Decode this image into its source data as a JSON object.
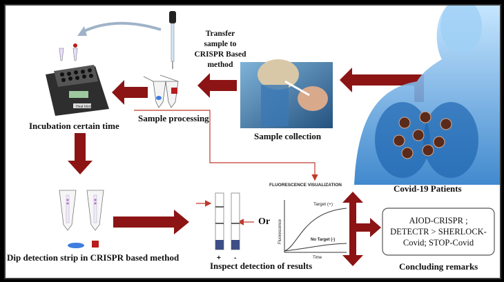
{
  "labels": {
    "transfer": [
      "Transfer",
      "sample to",
      "CRISPR Based",
      "method"
    ],
    "sample_processing": "Sample processing",
    "incubation": "Incubation certain time",
    "sample_collection": "Sample collection",
    "covid_patients": "Covid-19 Patients",
    "dip_detection": "Dip detection strip in CRISPR based method",
    "inspect": "Inspect detection of results",
    "or": "Or",
    "concluding": "Concluding remarks",
    "heat_block": "Heat block"
  },
  "fluorescence": {
    "title": "FLUORESCENCE VISUALIZATION",
    "ylabel": "Fluorescence",
    "xlabel": "Time",
    "target_pos": "Target (+)",
    "target_neg": "No Target (-)"
  },
  "strips": {
    "plus": "+",
    "minus": "-"
  },
  "remarks": [
    "AIOD-CRISPR ;",
    "DETECTR > SHERLOCK-",
    "Covid; STOP-Covid"
  ],
  "colors": {
    "arrow": "#8c1414",
    "thin_arrow": "#c0392b",
    "body": "#5aa6e0"
  }
}
